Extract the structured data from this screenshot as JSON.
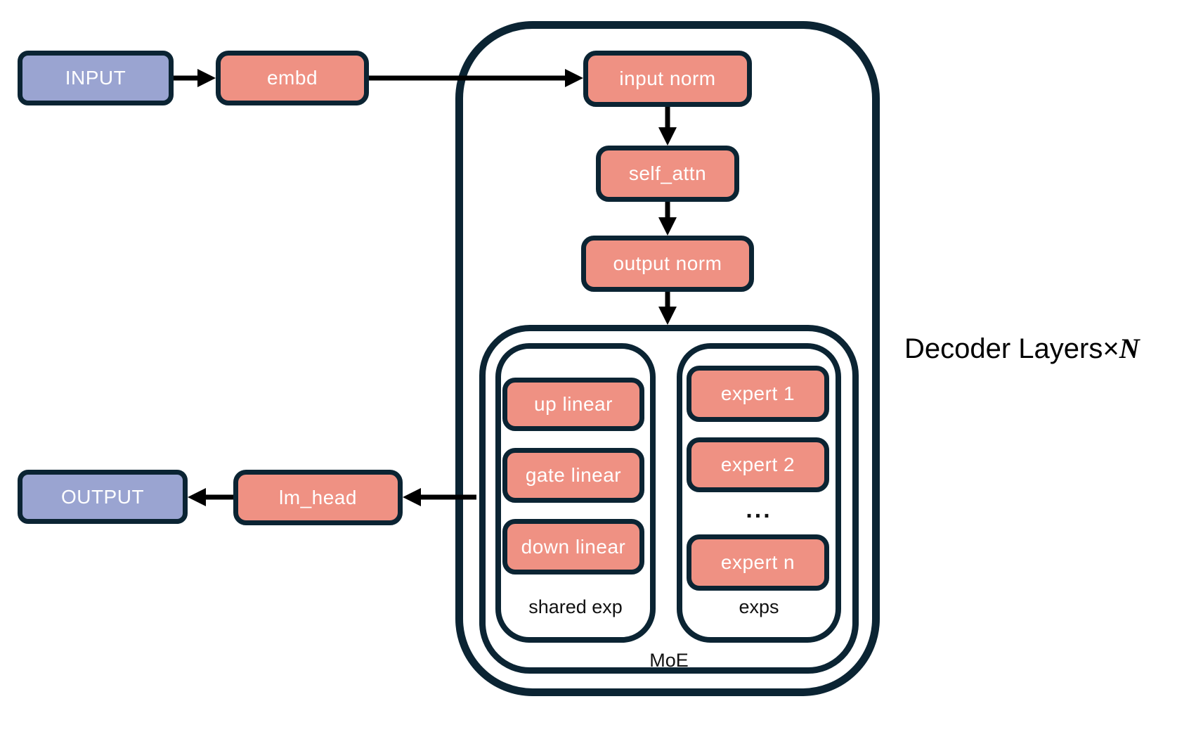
{
  "colors": {
    "io": "#9aa4d1",
    "module": "#ef9183",
    "stroke": "#0b2433",
    "arrow": "#000000",
    "bg": "#ffffff",
    "text-light": "#ffffff",
    "text-dark": "#111111"
  },
  "nodes": {
    "input": "INPUT",
    "embd": "embd",
    "input_norm": "input norm",
    "self_attn": "self_attn",
    "output_norm": "output norm",
    "lm_head": "lm_head",
    "output": "OUTPUT"
  },
  "moe": {
    "label": "MoE",
    "shared": {
      "label": "shared exp",
      "items": [
        "up linear",
        "gate linear",
        "down linear"
      ]
    },
    "experts": {
      "label": "exps",
      "items": [
        "expert 1",
        "expert 2",
        "expert n"
      ],
      "ellipsis": "..."
    }
  },
  "annotations": {
    "decoder_layers": "Decoder Layers",
    "multiplier_sign": "×",
    "multiplier_var": "N"
  }
}
